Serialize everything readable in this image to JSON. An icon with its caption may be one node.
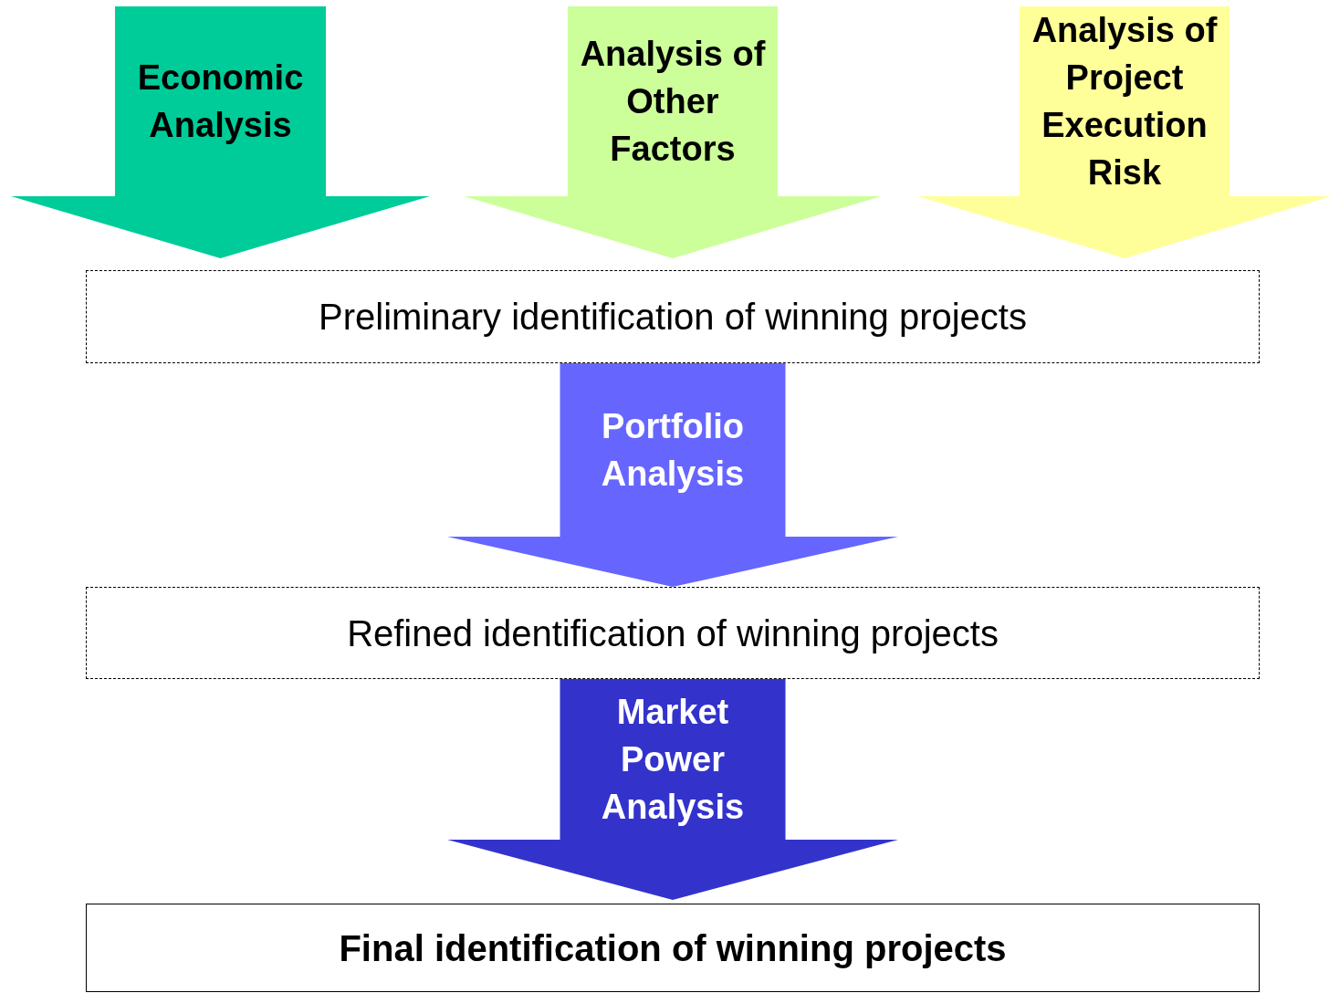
{
  "diagram": {
    "nodes": [
      {
        "text": [
          "Preliminary identification of winning projects"
        ]
      },
      {
        "text": [
          "Refined identification of winning projects"
        ]
      },
      {
        "text": [
          "Final identification of winning projects"
        ]
      }
    ],
    "edges": [
      {
        "from": null,
        "to": 0,
        "arrow": "to",
        "label": "Economic Analysis",
        "color": "#00cc99"
      },
      {
        "from": null,
        "to": 0,
        "arrow": "to",
        "label": "Analysis of Other Factors",
        "color": "#ccff99"
      },
      {
        "from": null,
        "to": 0,
        "arrow": "to",
        "label": "Analysis of Project Execution Risk",
        "color": "#ffff99"
      },
      {
        "from": 0,
        "to": 1,
        "arrow": "to",
        "label": "Portfolio Analysis",
        "color": "#6666ff"
      },
      {
        "from": 1,
        "to": 2,
        "arrow": "to",
        "label": "Market Power Analysis",
        "color": "#3333cc"
      }
    ]
  }
}
